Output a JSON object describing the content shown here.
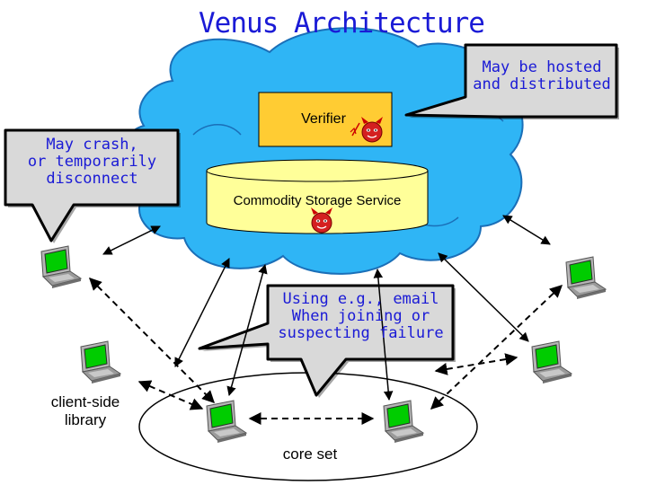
{
  "title": "Venus Architecture",
  "callouts": {
    "hosted": {
      "lines": [
        "May be hosted",
        "and distributed"
      ]
    },
    "crash": {
      "lines": [
        "May crash,",
        "or temporarily",
        "disconnect"
      ]
    },
    "email": {
      "lines": [
        "Using e.g., email",
        "When joining or",
        "suspecting failure"
      ]
    }
  },
  "verifier_label": "Verifier",
  "storage_label": "Commodity Storage Service",
  "client_library_label": [
    "client-side",
    "library"
  ],
  "core_set_label": "core set",
  "icons": {
    "devil": "devil-icon",
    "laptop": "laptop-icon"
  },
  "colors": {
    "cloud": "#2fb5f5",
    "cloud_outline": "#1a6fb8",
    "verifier_fill": "#ffcc33",
    "cylinder_fill": "#ffff99",
    "callout_fill": "#d9d9d9",
    "text_blue": "#1a1ad6",
    "screen_green": "#00cc00"
  }
}
